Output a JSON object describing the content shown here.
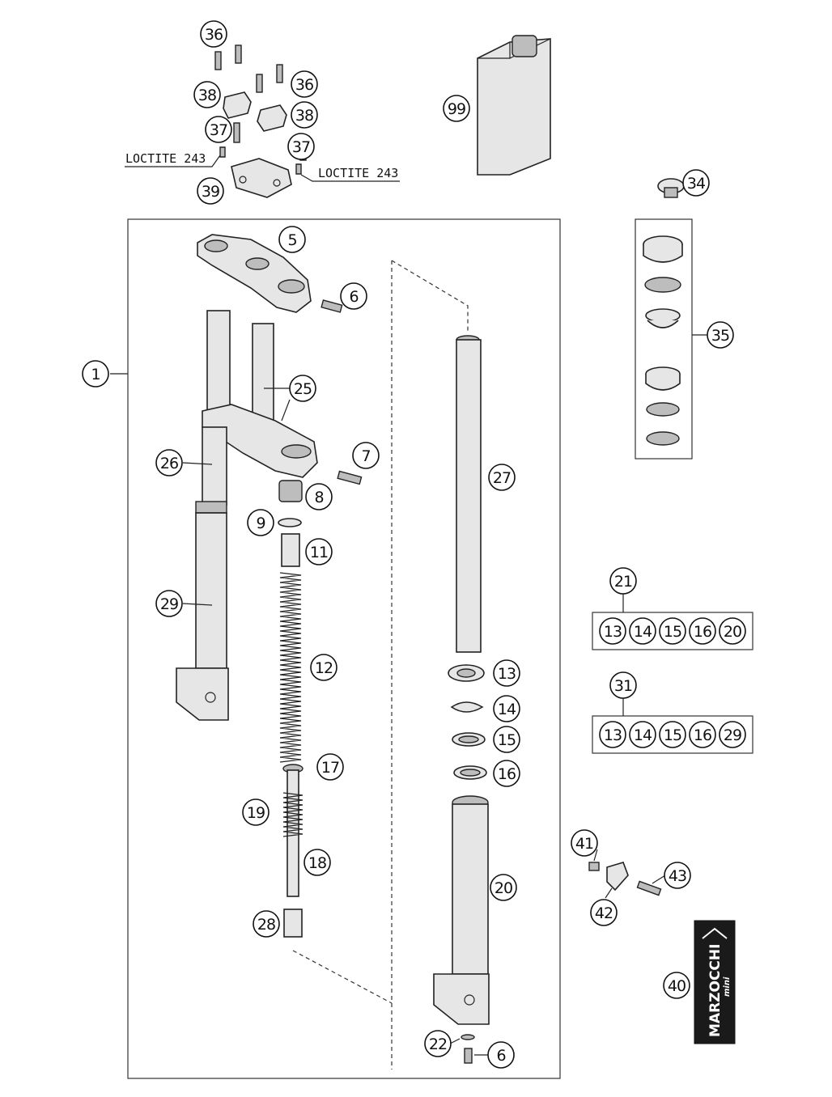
{
  "callouts": {
    "c1": "1",
    "c5": "5",
    "c6a": "6",
    "c6b": "6",
    "c7": "7",
    "c8": "8",
    "c9": "9",
    "c11": "11",
    "c12": "12",
    "c13": "13",
    "c14": "14",
    "c15": "15",
    "c16": "16",
    "c17": "17",
    "c18": "18",
    "c19": "19",
    "c20": "20",
    "c21": "21",
    "c22": "22",
    "c25": "25",
    "c26": "26",
    "c27": "27",
    "c28": "28",
    "c29": "29",
    "c31": "31",
    "c34": "34",
    "c35": "35",
    "c36a": "36",
    "c36b": "36",
    "c37a": "37",
    "c37b": "37",
    "c38a": "38",
    "c38b": "38",
    "c39": "39",
    "c40": "40",
    "c41": "41",
    "c42": "42",
    "c43": "43",
    "c99": "99"
  },
  "kit21": [
    "13",
    "14",
    "15",
    "16",
    "20"
  ],
  "kit31": [
    "13",
    "14",
    "15",
    "16",
    "29"
  ],
  "loctite_left": "LOCTITE 243",
  "loctite_right": "LOCTITE 243",
  "sticker": {
    "brand": "MARZOCCHI",
    "sub": "mini"
  }
}
